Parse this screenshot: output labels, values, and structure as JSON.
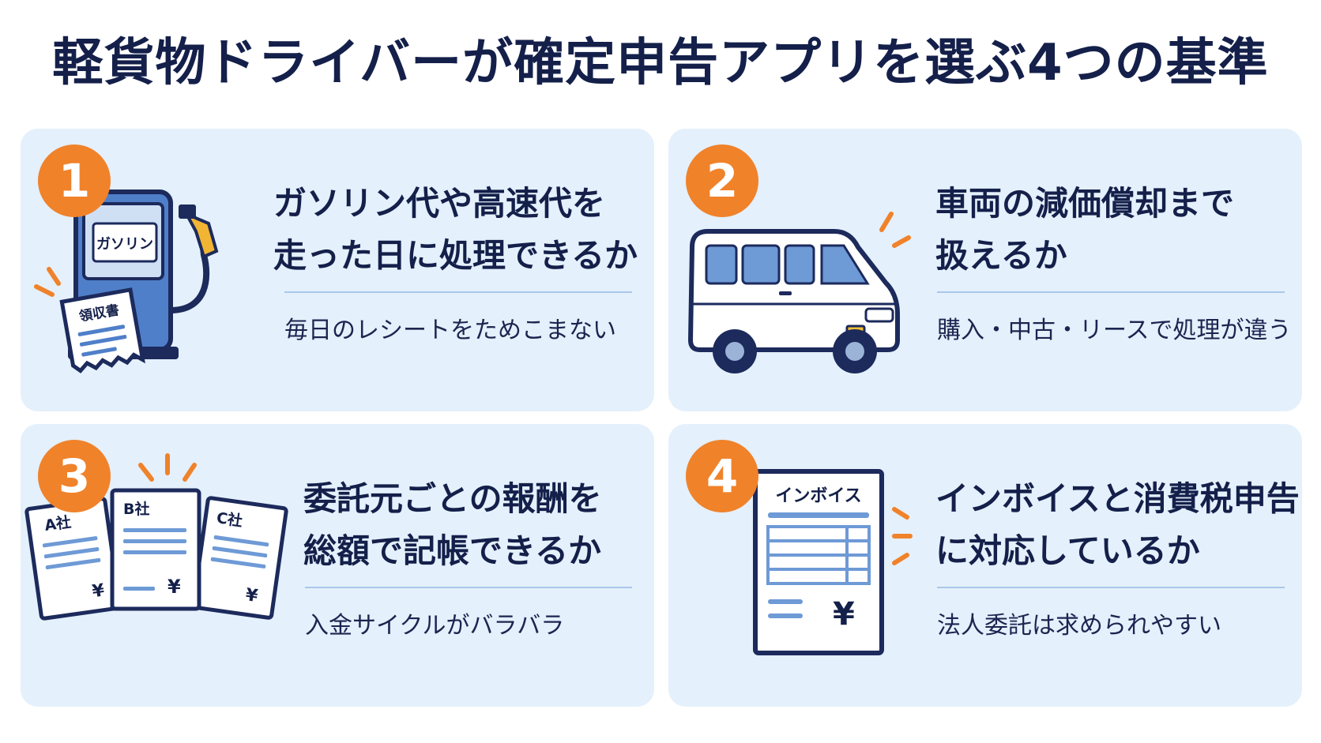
{
  "title": "軽貨物ドライバーが確定申告アプリを選ぶ4つの基準",
  "colors": {
    "accent": "#f0822a",
    "navy": "#14204a",
    "card": "#e4f0fb",
    "illustration_blue": "#4f7fc9"
  },
  "cards": [
    {
      "number": "1",
      "heading_line1": "ガソリン代や高速代を",
      "heading_line2": "走った日に処理できるか",
      "subtext": "毎日のレシートをためこまない",
      "illustration": {
        "icon": "gas-pump-icon",
        "pump_label": "ガソリン",
        "receipt_label": "領収書"
      }
    },
    {
      "number": "2",
      "heading_line1": "車両の減価償却まで",
      "heading_line2": "扱えるか",
      "subtext": "購入・中古・リースで処理が違う",
      "illustration": {
        "icon": "delivery-van-icon"
      }
    },
    {
      "number": "3",
      "heading_line1": "委託元ごとの報酬を",
      "heading_line2": "総額で記帳できるか",
      "subtext": "入金サイクルがバラバラ",
      "illustration": {
        "icon": "documents-icon",
        "doc_a": "A社",
        "doc_b": "B社",
        "doc_c": "C社",
        "yen": "¥"
      }
    },
    {
      "number": "4",
      "heading_line1": "インボイスと消費税申告",
      "heading_line2": "に対応しているか",
      "subtext": "法人委託は求められやすい",
      "illustration": {
        "icon": "invoice-icon",
        "invoice_label": "インボイス",
        "yen": "¥"
      }
    }
  ]
}
